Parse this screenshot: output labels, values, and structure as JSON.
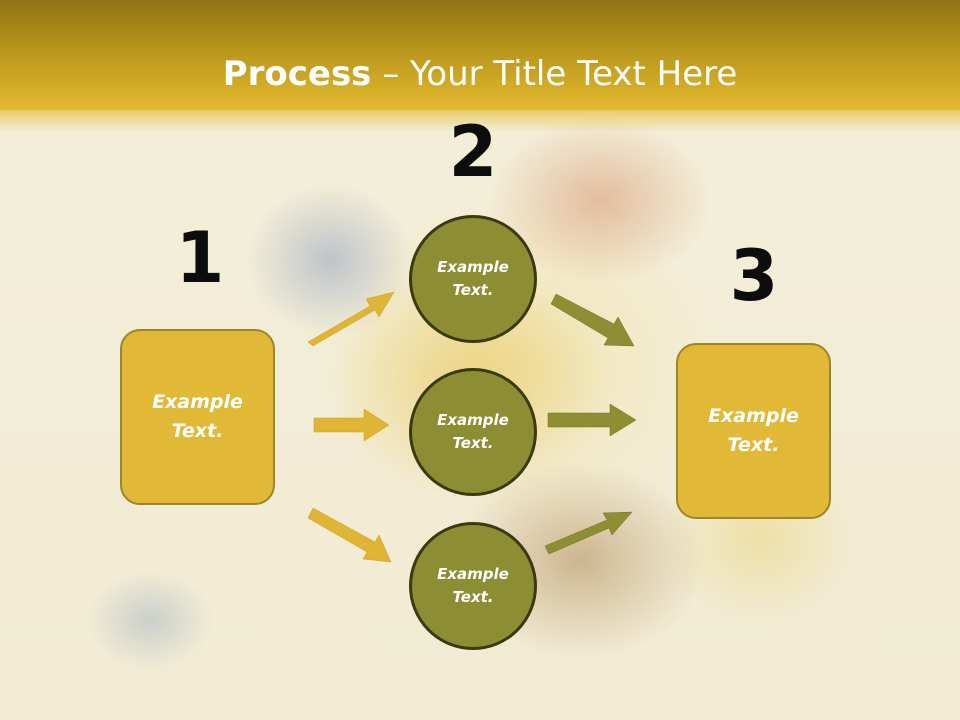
{
  "slide": {
    "title_bold": "Process",
    "title_rest": " – Your Title Text Here"
  },
  "steps": {
    "one": "1",
    "two": "2",
    "three": "3"
  },
  "left_box": {
    "text": "Example Text."
  },
  "right_box": {
    "text": "Example Text."
  },
  "circles": [
    {
      "text": "Example Text."
    },
    {
      "text": "Example Text."
    },
    {
      "text": "Example Text."
    }
  ],
  "colors": {
    "header": "#c9a320",
    "box_fill": "#e2b937",
    "circle_fill": "#8d8d33",
    "left_arrows": "#e0b535",
    "right_arrows": "#8e8e35"
  }
}
